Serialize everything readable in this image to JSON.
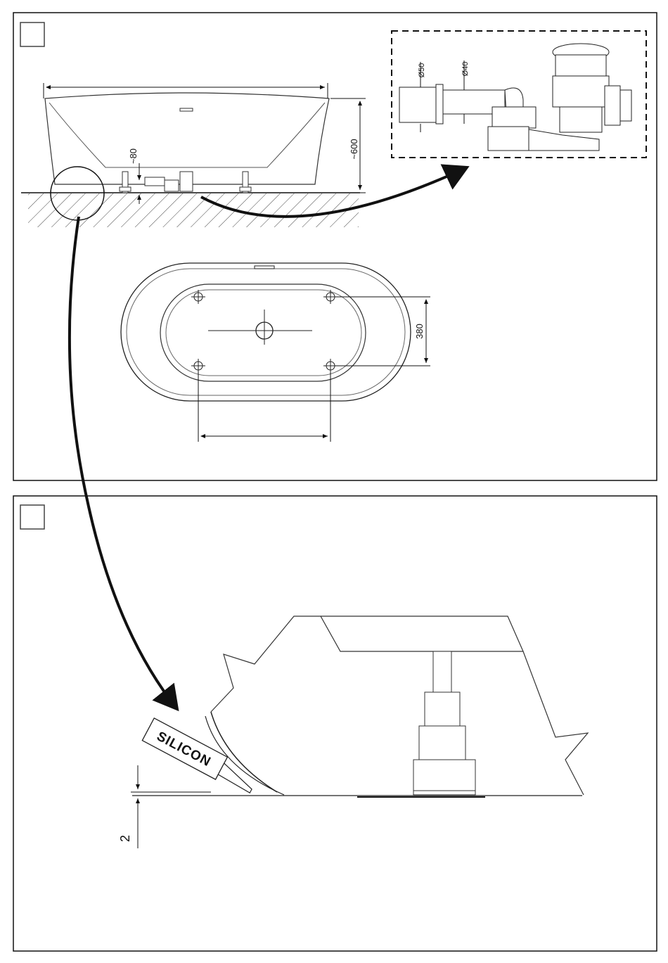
{
  "panels": [
    {
      "step_box": ""
    },
    {
      "step_box": ""
    }
  ],
  "dimensions": {
    "tub_height": "~600",
    "foot_clearance": "~80",
    "foot_spacing_width": "380",
    "outlet_diameter_large": "Ø50",
    "outlet_diameter_small": "Ø40",
    "silicone_gap": "2"
  },
  "labels": {
    "silicone_tube": "SILICON"
  }
}
